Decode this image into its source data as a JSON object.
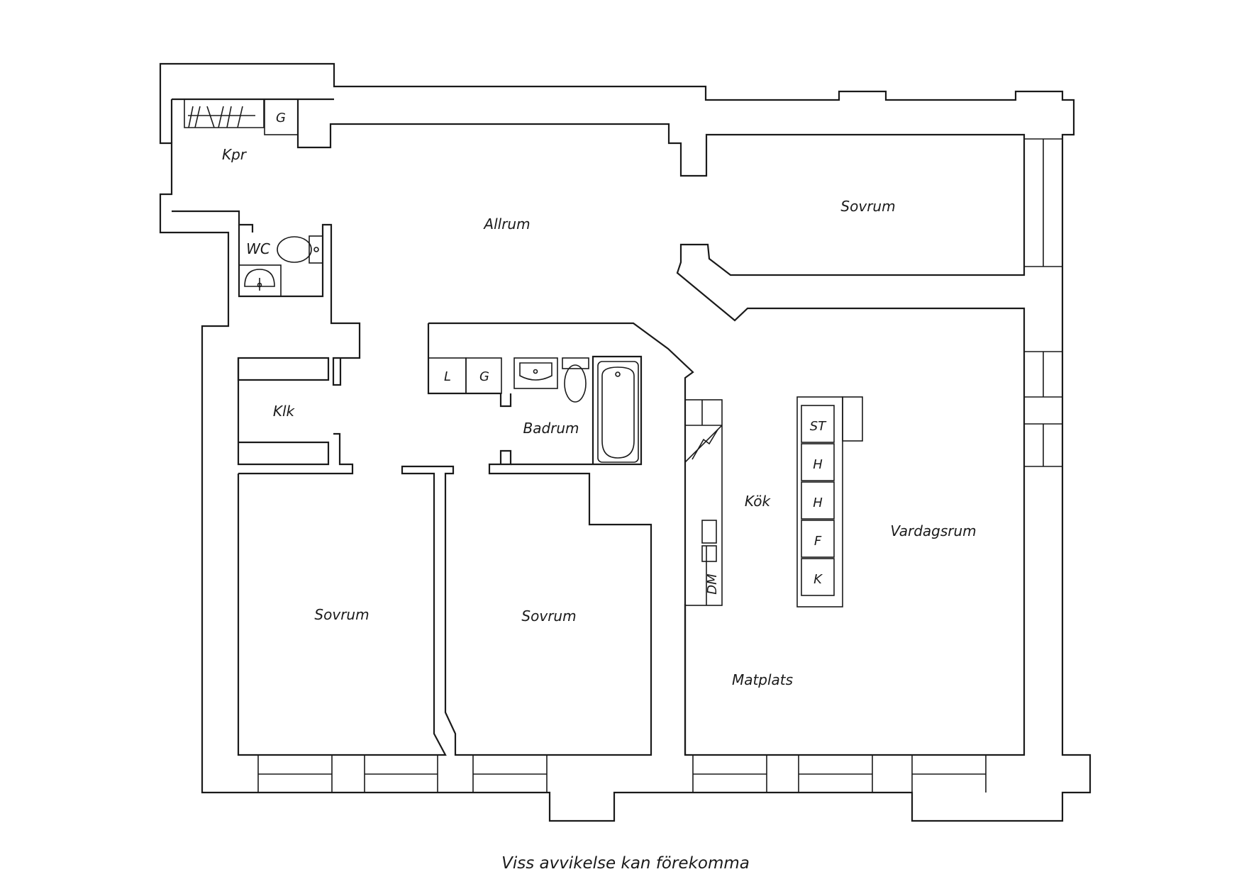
{
  "rooms": {
    "kpr": "Kpr",
    "allrum": "Allrum",
    "sovrum_top": "Sovrum",
    "wc": "WC",
    "klk": "Klk",
    "badrum": "Badrum",
    "kok": "Kök",
    "vardagsrum": "Vardagsrum",
    "sovrum_left": "Sovrum",
    "sovrum_mid": "Sovrum",
    "matplats": "Matplats"
  },
  "fixtures": {
    "g_kpr": "G",
    "l_bath": "L",
    "g_bath": "G",
    "st": "ST",
    "h1": "H",
    "h2": "H",
    "f": "F",
    "k": "K",
    "dm": "DM"
  },
  "disclaimer": "Viss avvikelse kan förekomma"
}
